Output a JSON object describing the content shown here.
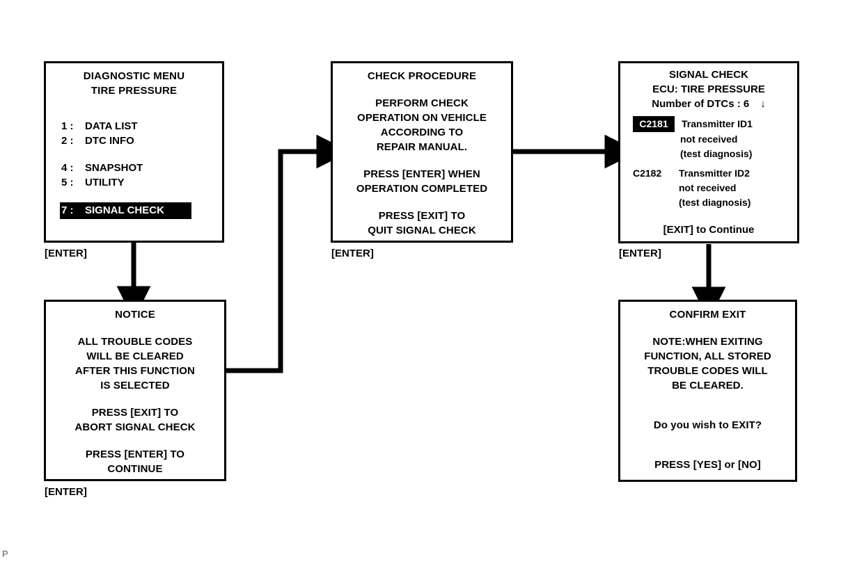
{
  "page": {
    "corner_mark": "P"
  },
  "panels": {
    "diagnostic_menu": {
      "title_line1": "DIAGNOSTIC MENU",
      "title_line2": "TIRE PRESSURE",
      "items": [
        {
          "num": "1 :",
          "label": "DATA LIST",
          "selected": false
        },
        {
          "num": "2 :",
          "label": "DTC INFO",
          "selected": false
        },
        {
          "num": "4 :",
          "label": "SNAPSHOT",
          "selected": false
        },
        {
          "num": "5 :",
          "label": "UTILITY",
          "selected": false
        },
        {
          "num": "7 :",
          "label": "SIGNAL CHECK",
          "selected": true
        }
      ],
      "key_caption": "[ENTER]"
    },
    "notice": {
      "title": "NOTICE",
      "body": [
        "ALL TROUBLE CODES",
        "WILL BE CLEARED",
        "AFTER THIS FUNCTION",
        "IS SELECTED"
      ],
      "body2": [
        "PRESS [EXIT] TO",
        "ABORT SIGNAL CHECK"
      ],
      "body3": [
        "PRESS [ENTER] TO",
        "CONTINUE"
      ],
      "key_caption": "[ENTER]"
    },
    "check_procedure": {
      "title": "CHECK PROCEDURE",
      "body": [
        "PERFORM CHECK",
        "OPERATION ON VEHICLE",
        "ACCORDING TO",
        "REPAIR MANUAL."
      ],
      "body2": [
        "PRESS [ENTER] WHEN",
        "OPERATION COMPLETED"
      ],
      "body3": [
        "PRESS [EXIT] TO",
        "QUIT SIGNAL CHECK"
      ],
      "key_caption": "[ENTER]"
    },
    "signal_check": {
      "title": "SIGNAL CHECK",
      "ecu_line": "ECU: TIRE PRESSURE",
      "dtc_count_label": "Number of DTCs : 6",
      "scroll_icon": "↓",
      "dtcs": [
        {
          "code": "C2181",
          "selected": true,
          "desc": "Transmitter ID1",
          "line2": "not received",
          "line3": "(test diagnosis)"
        },
        {
          "code": "C2182",
          "selected": false,
          "desc": "Transmitter ID2",
          "line2": "not received",
          "line3": "(test diagnosis)"
        }
      ],
      "footer": "[EXIT] to Continue",
      "key_caption": "[ENTER]"
    },
    "confirm_exit": {
      "title": "CONFIRM EXIT",
      "body": [
        "NOTE:WHEN EXITING",
        "FUNCTION, ALL STORED",
        "TROUBLE CODES WILL",
        "BE CLEARED."
      ],
      "question": "Do you wish to EXIT?",
      "prompt": "PRESS  [YES] or [NO]"
    }
  },
  "colors": {
    "ink": "#000000",
    "paper": "#ffffff",
    "highlight_bg": "#000000",
    "highlight_fg": "#ffffff"
  }
}
